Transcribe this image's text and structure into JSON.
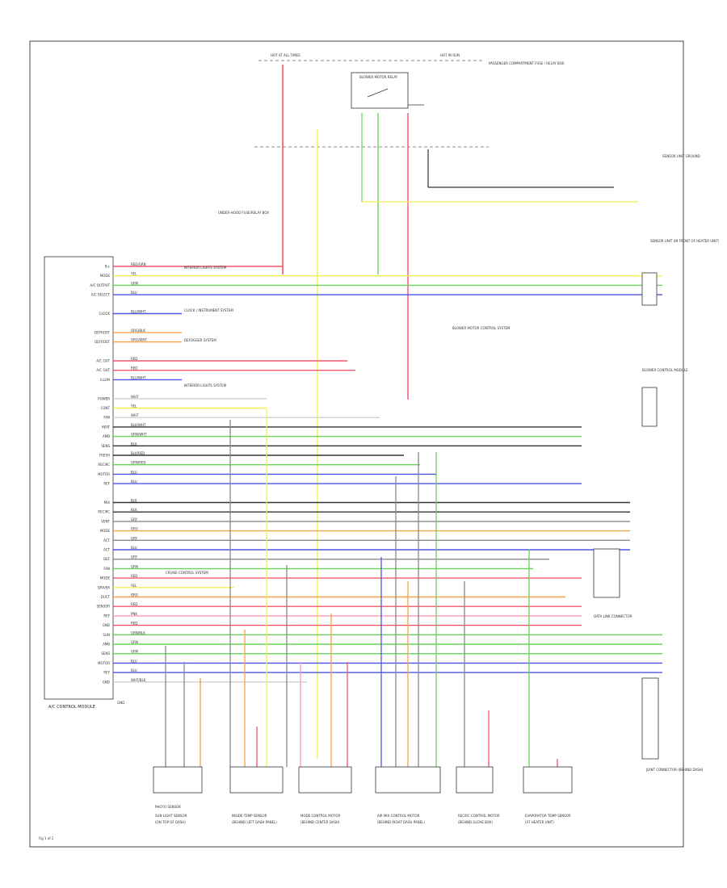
{
  "module": {
    "name": "A/C CONTROL MODULE",
    "ground_label": "GND",
    "pins": [
      "B+",
      "MODE",
      "A/C OUTPUT",
      "A/C SELECT",
      "",
      "CLOCK",
      "",
      "DEFROST",
      "DEFROST",
      "",
      "A/C OUT",
      "A/C OUT",
      "ILLUM",
      "",
      "POWER",
      "CONT",
      "FAN",
      "HEAT",
      "AMB",
      "SENS",
      "FRESH",
      "RECIRC",
      "MOTOR",
      "REF",
      "",
      "MIX",
      "RECIRC",
      "VENT",
      "MODE",
      "ACT",
      "ACT",
      "DEF",
      "FAN",
      "MODE",
      "DRIVER",
      "DUCT",
      "SENSOR",
      "REF",
      "GND",
      "SUN",
      "AMB",
      "SENS",
      "MOTOR",
      "REF",
      "GND",
      ""
    ],
    "wire_colors": [
      "RED/GRN",
      "YEL",
      "GRN",
      "BLU",
      "",
      "BLU/WHT",
      "",
      "ORG/BLK",
      "ORG/WHT",
      "",
      "RED",
      "RED",
      "BLU/WHT",
      "",
      "WHT",
      "YEL",
      "WHT",
      "BLK/WHT",
      "GRN/WHT",
      "BLK",
      "BLK/RED",
      "GRN/RED",
      "BLU",
      "BLU",
      "",
      "BLK",
      "BLK",
      "GRY",
      "ORG",
      "GRY",
      "BLU",
      "GRY",
      "GRN",
      "RED",
      "YEL",
      "ORG",
      "RED",
      "PNK",
      "RED",
      "GRN/BLK",
      "GRN",
      "GRN",
      "BLU",
      "BLU",
      "WHT/BLK",
      ""
    ]
  },
  "notes": {
    "ref_lighting": "INTERIOR LIGHTS SYSTEM",
    "ref_clock": "CLOCK / INSTRUMENT SYSTEM",
    "ref_defog": "DEFOGGER SYSTEM",
    "ref_illum": "INTERIOR LIGHTS SYSTEM",
    "ref_blower": "BLOWER MOTOR CONTROL SYSTEM",
    "ref_cruise": "CRUISE CONTROL SYSTEM",
    "top_left_power": "HOT AT ALL TIMES",
    "top_right_power": "HOT IN RUN",
    "fuse_box_name": "PASSENGER COMPARTMENT FUSE / RELAY BOX",
    "underhood_note": "UNDER-HOOD FUSE/RELAY BOX",
    "blower_relay": "BLOWER MOTOR RELAY",
    "blower_motor": "BLOWER MOTOR",
    "ground_upper_right": "SENSOR UNIT GROUND"
  },
  "components": [
    {
      "title": "SUN LIGHT SENSOR",
      "sub": "(ON TOP OF DASH)",
      "loc": "PHOTO SENSOR"
    },
    {
      "title": "INSIDE TEMP SENSOR",
      "sub": "(BEHIND LEFT DASH PANEL)",
      "loc": ""
    },
    {
      "title": "MODE CONTROL MOTOR",
      "sub": "(BEHIND CENTER DASH)",
      "loc": ""
    },
    {
      "title": "AIR MIX CONTROL MOTOR",
      "sub": "(BEHIND RIGHT DASH PANEL)",
      "loc": ""
    },
    {
      "title": "RECIRC CONTROL MOTOR",
      "sub": "(BEHIND GLOVE BOX)",
      "loc": ""
    },
    {
      "title": "EVAPORATOR TEMP SENSOR",
      "sub": "(AT HEATER UNIT)",
      "loc": ""
    }
  ],
  "connectors": {
    "right_upper": "SENSOR UNIT (IN FRONT OF HEATER UNIT)",
    "right_mid": "BLOWER CONTROL MODULE",
    "right_lower": "DATA LINK CONNECTOR",
    "right_bottom": "JOINT CONNECTOR (BEHIND DASH)"
  },
  "page_ref": "Fig 1 of 2",
  "colors": {
    "red": "#f0566b",
    "pink": "#ff9cb0",
    "yellow": "#f4ef50",
    "green": "#69d25a",
    "blue": "#4a55e8",
    "orange": "#f7a24a",
    "gray": "#8a8a8a",
    "black": "#333333"
  }
}
